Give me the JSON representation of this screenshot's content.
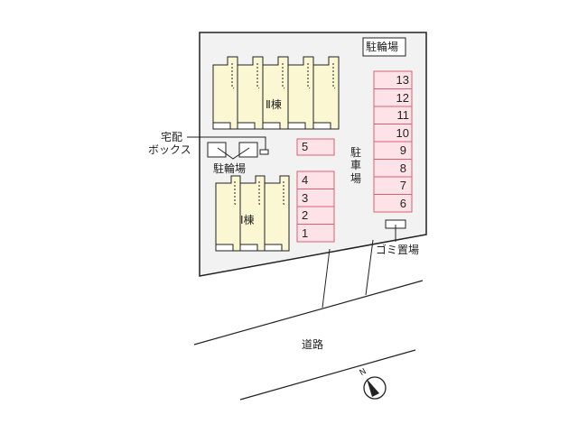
{
  "map": {
    "labels": {
      "bicycle_parking_top": "駐輪場",
      "bicycle_parking_mid": "駐輪場",
      "building_2": "Ⅱ棟",
      "building_1": "Ⅰ棟",
      "delivery_box_line1": "宅配",
      "delivery_box_line2": "ボックス",
      "parking_lot": "駐車場",
      "garbage_area": "ゴミ置場",
      "road": "道路",
      "north": "N"
    },
    "parking_spaces_right": [
      "13",
      "12",
      "11",
      "10",
      "9",
      "8",
      "7",
      "6"
    ],
    "parking_spaces_left": [
      "5",
      "4",
      "3",
      "2",
      "1"
    ],
    "colors": {
      "site_fill": "#f2f2f2",
      "building_fill": "#fbf7d2",
      "parking_fill": "#fde3e8",
      "parking_border": "#d9606f",
      "line": "#222222"
    }
  }
}
